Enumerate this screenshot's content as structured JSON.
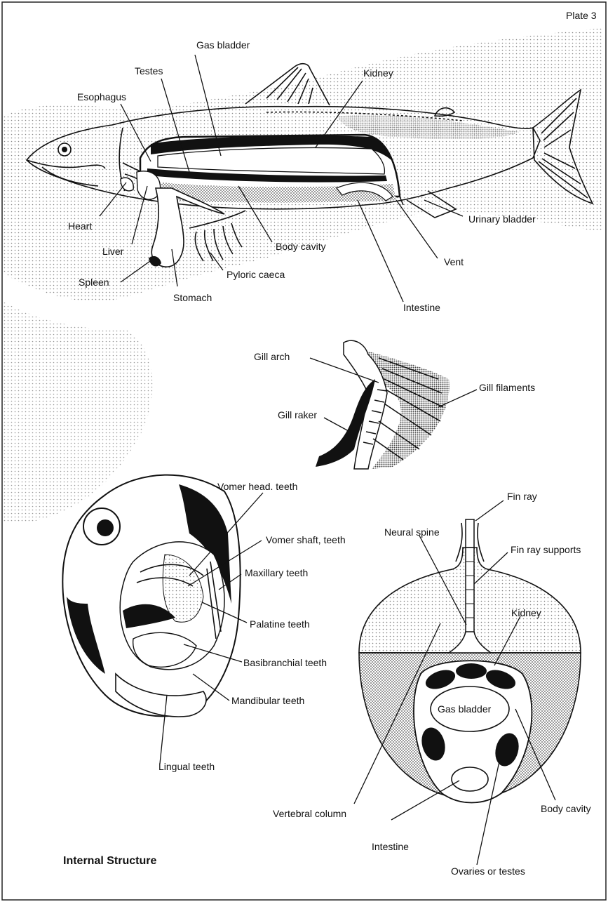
{
  "plate": "Plate 3",
  "title": "Internal Structure",
  "fish_labels": {
    "gas_bladder": "Gas bladder",
    "testes": "Testes",
    "esophagus": "Esophagus",
    "kidney": "Kidney",
    "heart": "Heart",
    "liver": "Liver",
    "spleen": "Spleen",
    "stomach": "Stomach",
    "pyloric_caeca": "Pyloric caeca",
    "body_cavity": "Body cavity",
    "urinary_bladder": "Urinary bladder",
    "vent": "Vent",
    "intestine": "Intestine"
  },
  "gill_labels": {
    "gill_arch": "Gill arch",
    "gill_raker": "Gill raker",
    "gill_filaments": "Gill filaments"
  },
  "head_labels": {
    "vomer_head_teeth": "Vomer head. teeth",
    "vomer_shaft_teeth": "Vomer shaft, teeth",
    "maxillary_teeth": "Maxillary teeth",
    "palatine_teeth": "Palatine teeth",
    "basibranchial_teeth": "Basibranchial teeth",
    "mandibular_teeth": "Mandibular teeth",
    "lingual_teeth": "Lingual teeth"
  },
  "section_labels": {
    "fin_ray": "Fin ray",
    "neural_spine": "Neural spine",
    "fin_ray_supports": "Fin ray supports",
    "kidney": "Kidney",
    "gas_bladder": "Gas bladder",
    "body_cavity": "Body cavity",
    "vertebral_column": "Vertebral column",
    "intestine": "Intestine",
    "ovaries_or_testes": "Ovaries or testes"
  }
}
